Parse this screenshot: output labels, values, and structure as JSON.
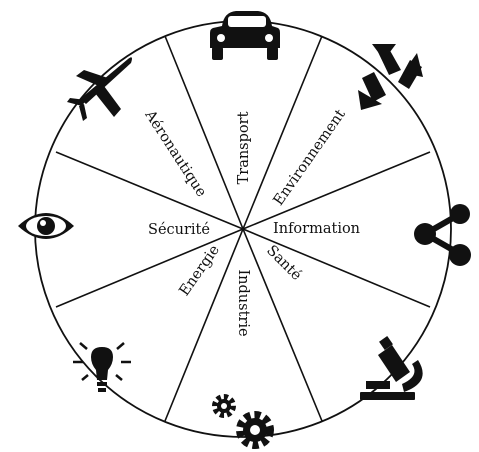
{
  "wheel": {
    "segments": [
      {
        "label": "Transport",
        "icon": "car-icon"
      },
      {
        "label": "Environnement",
        "icon": "recycle-icon"
      },
      {
        "label": "Information",
        "icon": "share-icon"
      },
      {
        "label": "Santé",
        "icon": "microscope-icon"
      },
      {
        "label": "Industrie",
        "icon": "gears-icon"
      },
      {
        "label": "Energie",
        "icon": "lightbulb-icon"
      },
      {
        "label": "Sécurité",
        "icon": "eye-icon"
      },
      {
        "label": "Aéronautique",
        "icon": "airplane-icon"
      }
    ],
    "line_color": "#111111",
    "icon_color": "#111111"
  }
}
